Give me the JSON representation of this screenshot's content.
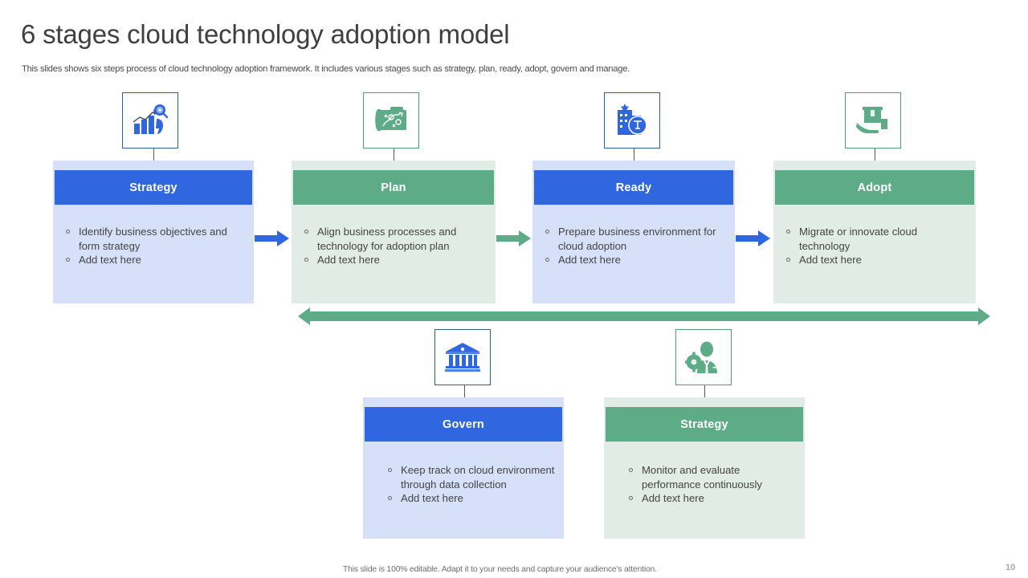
{
  "slide": {
    "title": "6 stages cloud technology adoption model",
    "subtitle": "This slides shows six steps process of cloud technology adoption framework. It includes various stages such as strategy, plan, ready, adopt, govern and manage.",
    "footer_note": "This slide is 100% editable. Adapt it to your needs and capture your audience's attention.",
    "page_number": "10"
  },
  "colors": {
    "blue_header": "#3066df",
    "blue_body": "#d6e0f8",
    "green_header": "#5eac87",
    "green_body": "#e0ece5",
    "blue_icon": "#3066df",
    "green_icon": "#5eac87",
    "title_text": "#3f3f3f",
    "body_text": "#444444"
  },
  "stages": [
    {
      "label": "Strategy",
      "theme": "blue",
      "icon": "growth-chart-analysis-icon",
      "bullets": [
        "Identify business objectives and form strategy",
        "Add text here"
      ]
    },
    {
      "label": "Plan",
      "theme": "green",
      "icon": "strategy-playbook-icon",
      "bullets": [
        "Align business processes and technology for adoption plan",
        "Add text here"
      ]
    },
    {
      "label": "Ready",
      "theme": "blue",
      "icon": "office-building-badge-icon",
      "bullets": [
        "Prepare business environment for cloud adoption",
        "Add text here"
      ]
    },
    {
      "label": "Adopt",
      "theme": "green",
      "icon": "hand-holding-package-icon",
      "bullets": [
        "Migrate or  innovate cloud technology",
        "Add text here"
      ]
    },
    {
      "label": "Govern",
      "theme": "blue",
      "icon": "bank-building-columns-icon",
      "bullets": [
        "Keep track on cloud environment through data collection",
        "Add text here"
      ]
    },
    {
      "label": "Strategy",
      "theme": "green",
      "icon": "businessman-gear-icon",
      "bullets": [
        "Monitor and evaluate performance continuously",
        "Add text here"
      ]
    }
  ],
  "connectors": [
    {
      "name": "arrow-strategy-to-plan",
      "color": "#3066df"
    },
    {
      "name": "arrow-plan-to-ready",
      "color": "#5eac87"
    },
    {
      "name": "arrow-ready-to-adopt",
      "color": "#3066df"
    },
    {
      "name": "arrow-bidirectional-timeline",
      "color": "#5eac87"
    }
  ]
}
